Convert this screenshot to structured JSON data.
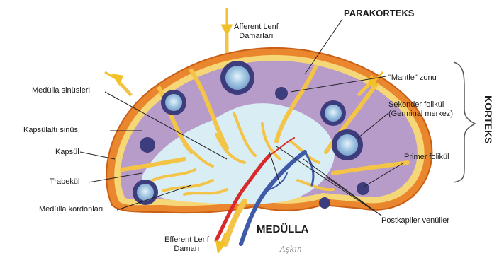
{
  "labels": {
    "afferent": "Afferent Lenf\nDamarları",
    "parakorteks": "PARAKORTEKS",
    "mantle": "\"Mantle\" zonu",
    "sekonder": "Sekonder folikül\n(Germinal merkez)",
    "korteks": "KORTEKS",
    "primer": "Primer folikül",
    "medulla_sinus": "Medülla sinüsleri",
    "kapsulalti": "Kapsülaltı sinüs",
    "kapsul": "Kapsül",
    "trabekul": "Trabekül",
    "medulla_kordon": "Medülla kordonları",
    "postkapiler": "Postkapiler venüller",
    "medulla": "MEDÜLLA",
    "efferent": "Efferent Lenf\nDamarı",
    "signature": "Aşkın"
  },
  "colors": {
    "capsule": "#e9862e",
    "trabecula": "#f3c447",
    "cortex": "#b79bc9",
    "follicle": "#3d3c7d",
    "germinal": "#9fc3df",
    "medulla": "#d9edf4",
    "artery": "#d82a2a",
    "vein": "#3e5aa8",
    "arrow": "#f2c027"
  }
}
